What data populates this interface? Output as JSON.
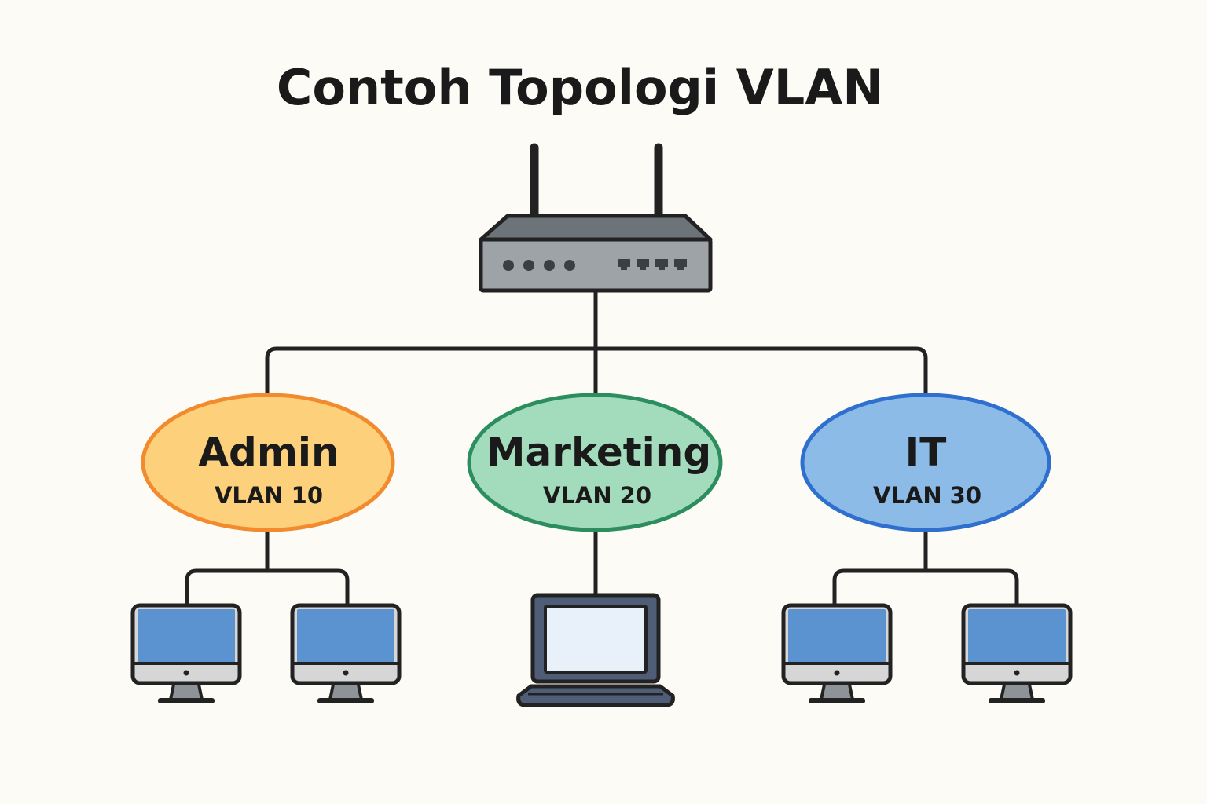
{
  "title": "Contoh Topologi VLAN",
  "colors": {
    "background": "#fcfbf6",
    "outline": "#222222",
    "router_top": "#6c7379",
    "router_body": "#9ea3a8",
    "monitor_screen": "#5b92d0",
    "monitor_chin": "#d6d6d6",
    "laptop_screen": "#e8f0fa",
    "laptop_body": "#4f5d77"
  },
  "icons": {
    "router": "router-icon",
    "desktop": "desktop-computer-icon",
    "laptop": "laptop-icon"
  },
  "vlans": [
    {
      "name": "Admin",
      "id_label": "VLAN 10",
      "fill": "#fdd17c",
      "stroke": "#f28a2e",
      "devices": [
        "desktop",
        "desktop"
      ]
    },
    {
      "name": "Marketing",
      "id_label": "VLAN 20",
      "fill": "#a3dcbc",
      "stroke": "#2c8d5f",
      "devices": [
        "laptop"
      ]
    },
    {
      "name": "IT",
      "id_label": "VLAN 30",
      "fill": "#8dbbe8",
      "stroke": "#2f6fce",
      "devices": [
        "desktop",
        "desktop"
      ]
    }
  ]
}
